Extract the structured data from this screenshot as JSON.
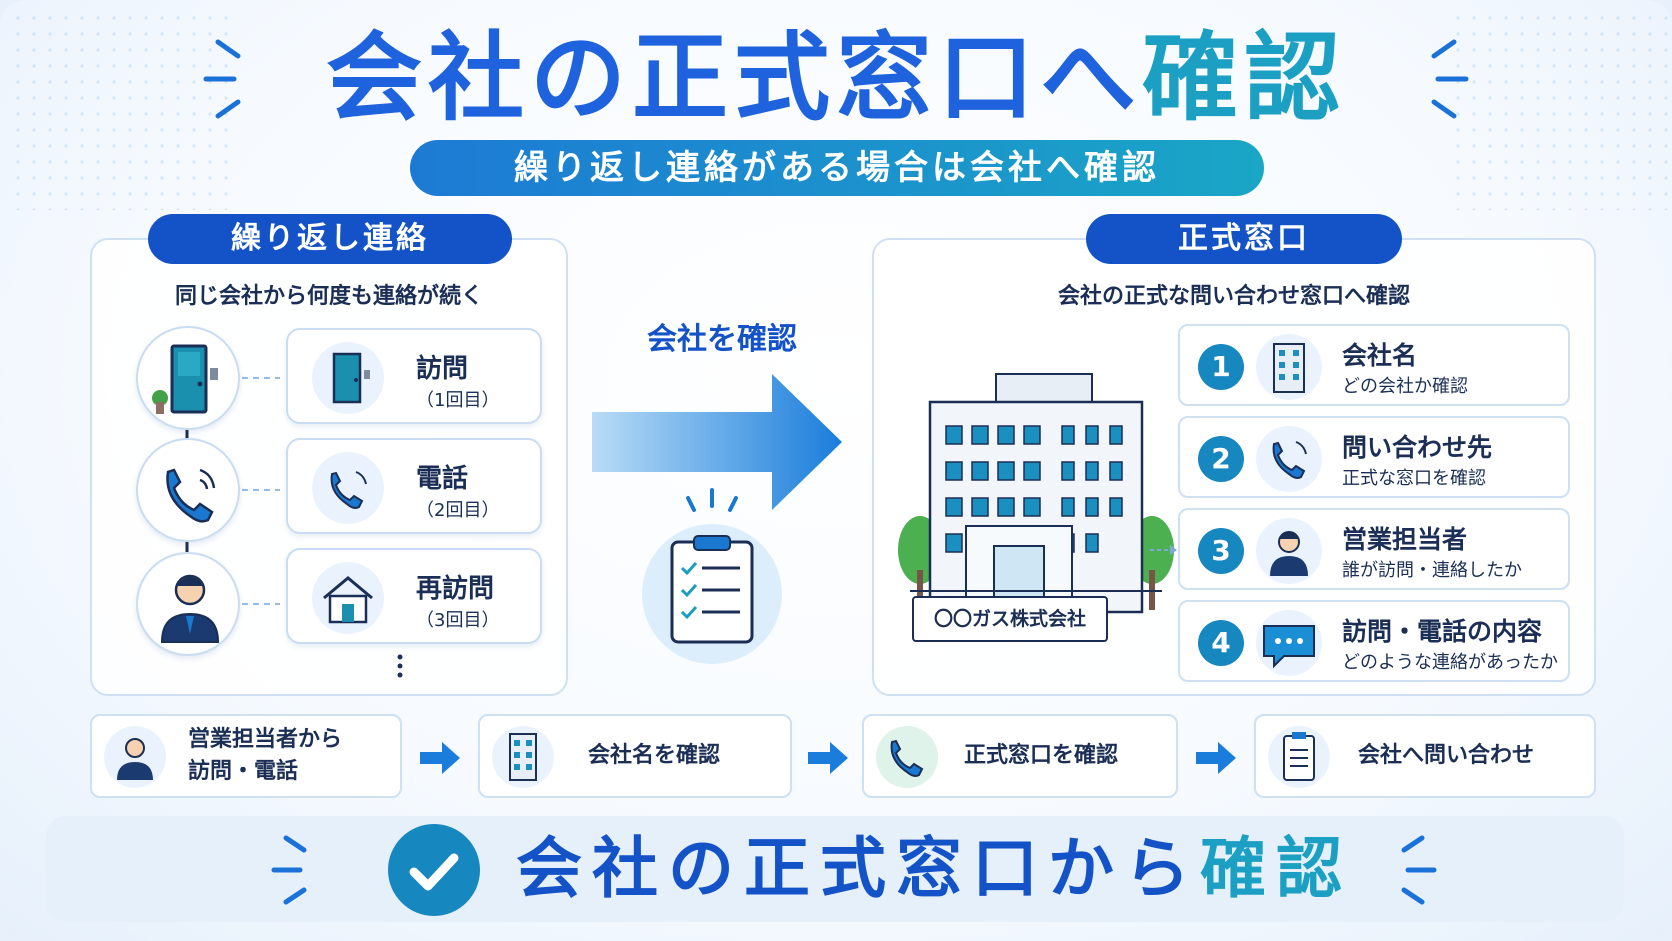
{
  "title": {
    "main": "会社の正式窓口へ",
    "accent": "確認"
  },
  "subtitle": "繰り返し連絡がある場合は会社へ確認",
  "left_panel": {
    "header": "繰り返し連絡",
    "caption": "同じ会社から何度も連絡が続く",
    "events": [
      {
        "label": "訪問",
        "sub": "（1回目）",
        "icon": "door-icon"
      },
      {
        "label": "電話",
        "sub": "（2回目）",
        "icon": "phone-icon"
      },
      {
        "label": "再訪問",
        "sub": "（3回目）",
        "icon": "house-icon"
      }
    ]
  },
  "middle": {
    "label": "会社を確認"
  },
  "right_panel": {
    "header": "正式窓口",
    "caption": "会社の正式な問い合わせ窓口へ確認",
    "building_sign": "〇〇ガス株式会社",
    "steps": [
      {
        "num": "1",
        "title": "会社名",
        "desc": "どの会社か確認",
        "icon": "building-icon"
      },
      {
        "num": "2",
        "title": "問い合わせ先",
        "desc": "正式な窓口を確認",
        "icon": "phone-icon"
      },
      {
        "num": "3",
        "title": "営業担当者",
        "desc": "誰が訪問・連絡したか",
        "icon": "person-icon"
      },
      {
        "num": "4",
        "title": "訪問・電話の内容",
        "desc": "どのような連絡があったか",
        "icon": "chat-icon"
      }
    ]
  },
  "flow": [
    {
      "line1": "営業担当者から",
      "line2": "訪問・電話",
      "icon": "person-icon"
    },
    {
      "line1": "会社名を確認",
      "line2": "",
      "icon": "building-icon"
    },
    {
      "line1": "正式窓口を確認",
      "line2": "",
      "icon": "phone-icon"
    },
    {
      "line1": "会社へ問い合わせ",
      "line2": "",
      "icon": "clipboard-icon"
    }
  ],
  "bottom": {
    "main": "会社の正式窓口から",
    "accent": "確認"
  },
  "colors": {
    "primary": "#1452c8",
    "accent": "#1ba0c4",
    "title": "#1f62dd"
  }
}
